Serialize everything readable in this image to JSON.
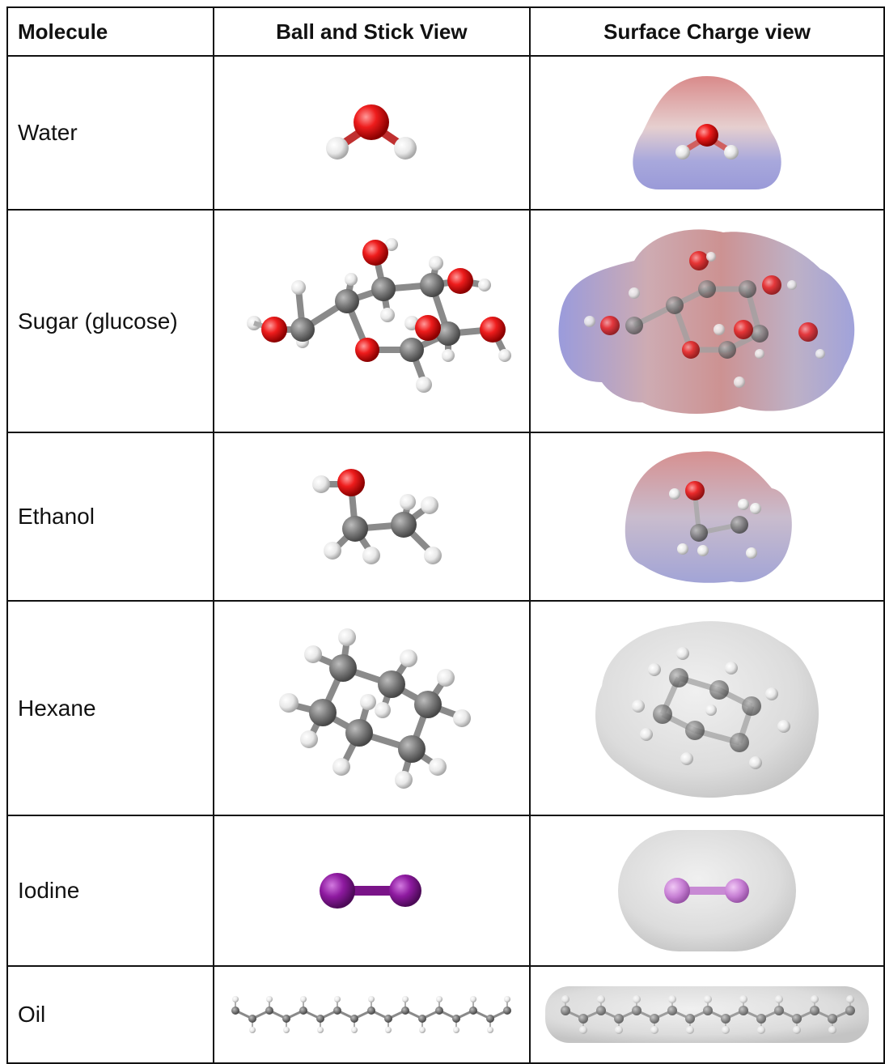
{
  "table": {
    "headers": [
      "Molecule",
      "Ball and Stick View",
      "Surface Charge view"
    ],
    "rows": [
      {
        "name": "Water",
        "ball_stick": "water-ball-and-stick-model",
        "surface": "water-surface-charge-model"
      },
      {
        "name": "Sugar (glucose)",
        "ball_stick": "glucose-ball-and-stick-model",
        "surface": "glucose-surface-charge-model"
      },
      {
        "name": "Ethanol",
        "ball_stick": "ethanol-ball-and-stick-model",
        "surface": "ethanol-surface-charge-model"
      },
      {
        "name": "Hexane",
        "ball_stick": "hexane-ball-and-stick-model",
        "surface": "hexane-surface-charge-model"
      },
      {
        "name": "Iodine",
        "ball_stick": "iodine-ball-and-stick-model",
        "surface": "iodine-surface-charge-model"
      },
      {
        "name": "Oil",
        "ball_stick": "oil-ball-and-stick-model",
        "surface": "oil-surface-charge-model"
      }
    ]
  },
  "colors": {
    "oxygen": "#e8141a",
    "hydrogen": "#f2f2f2",
    "carbon": "#808080",
    "iodine": "#8b1a9a",
    "surface_positive": "#8f8fd0",
    "surface_negative": "#d07878",
    "surface_neutral": "#d8d8d8"
  }
}
